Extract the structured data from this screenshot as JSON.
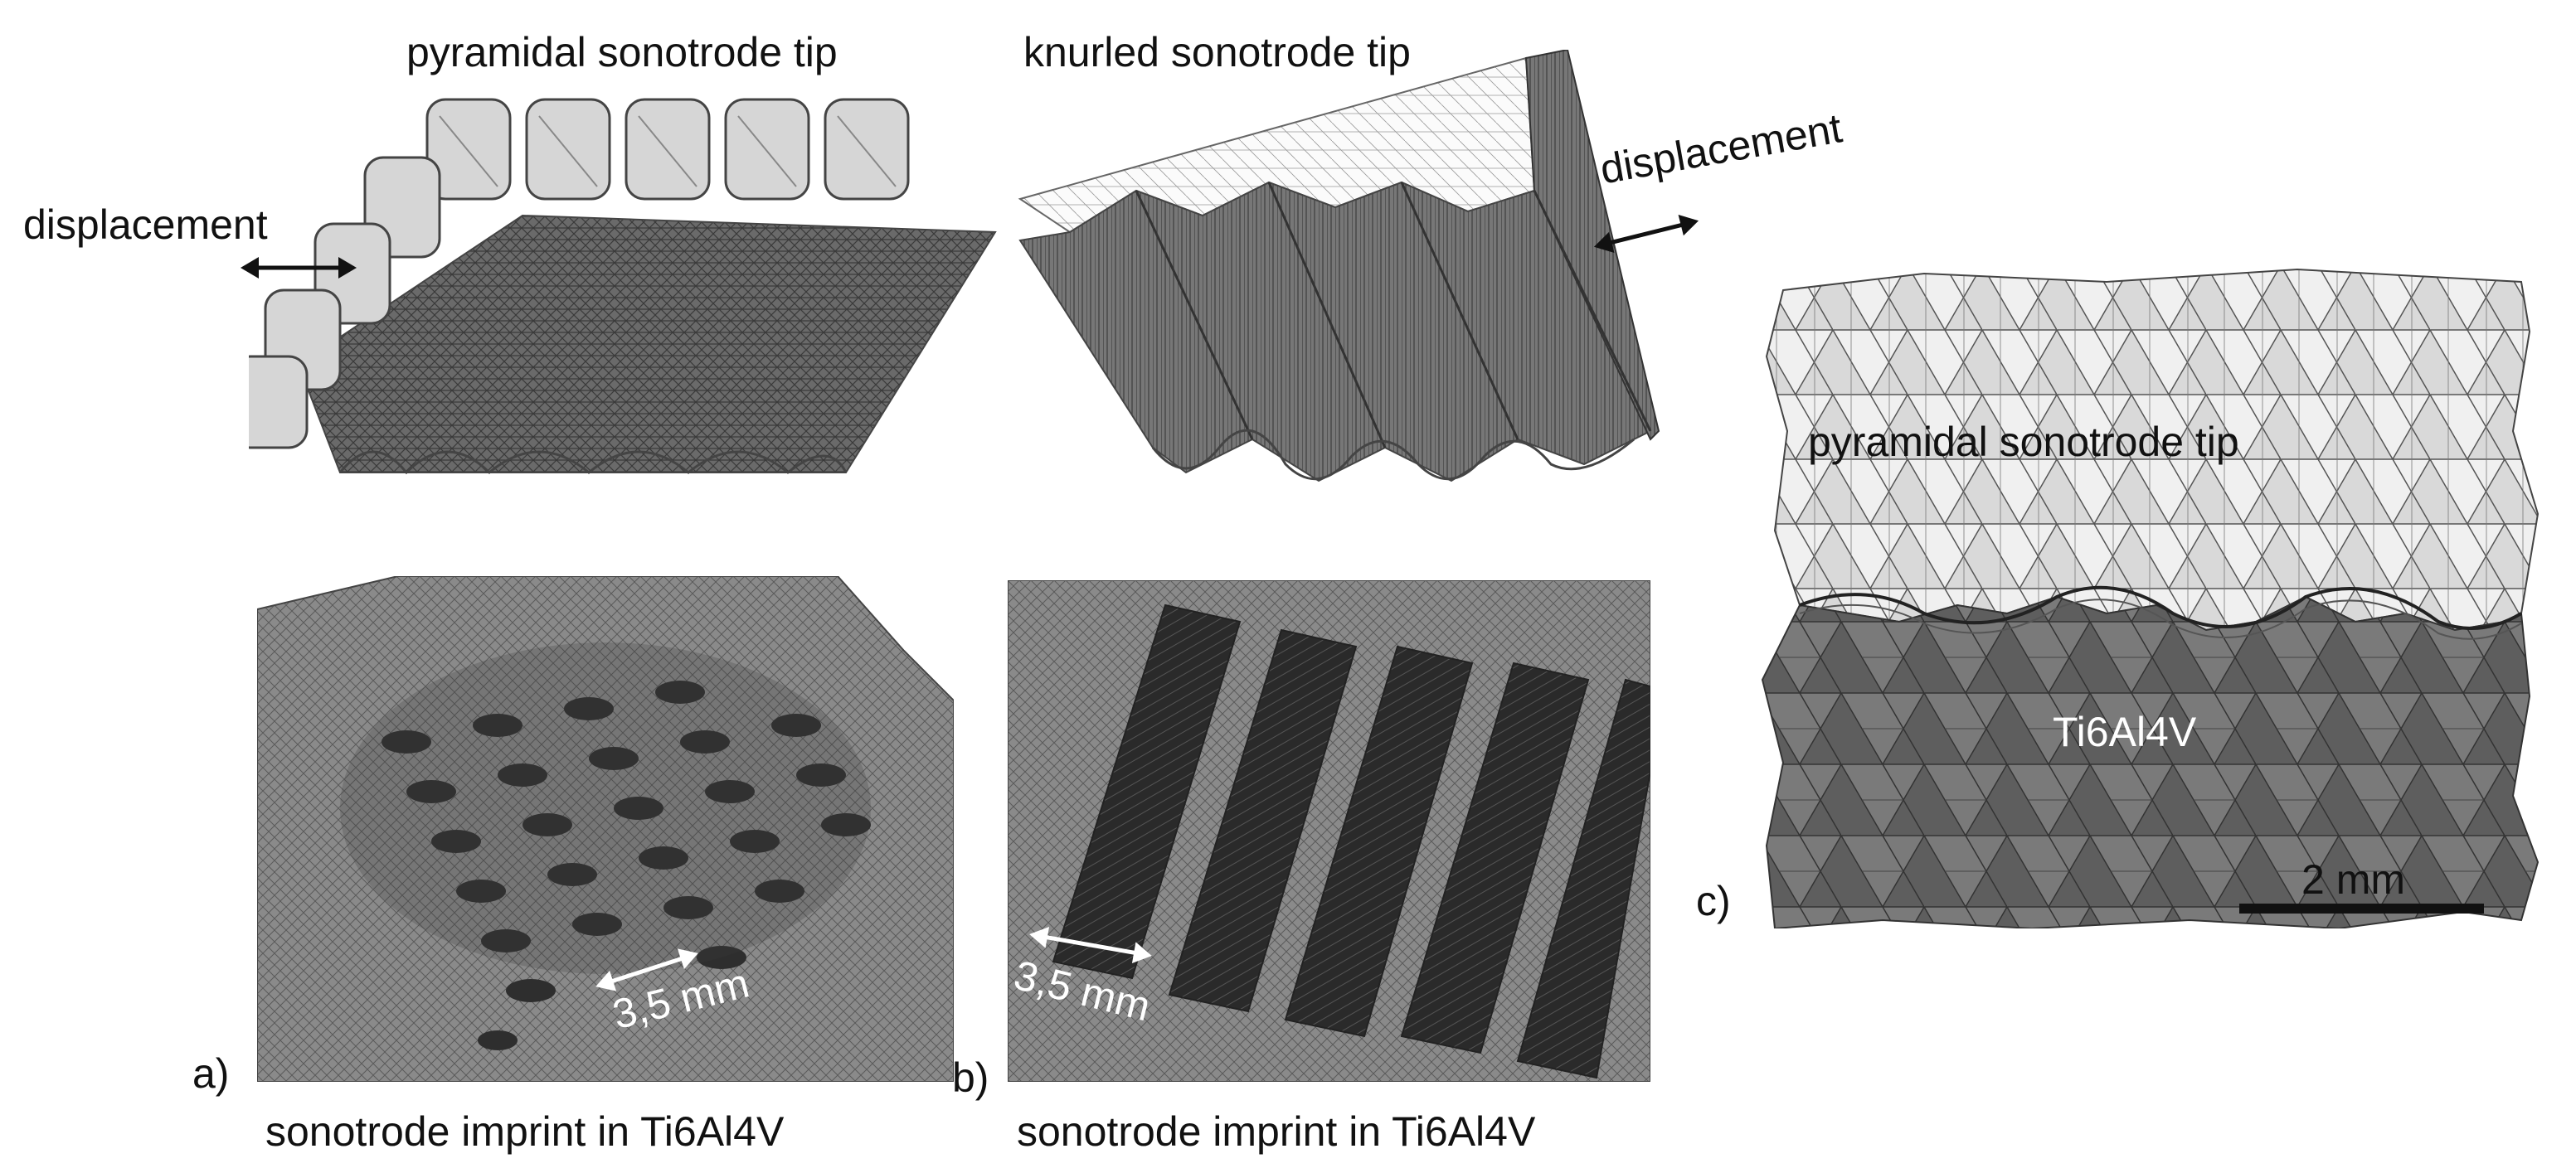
{
  "panel_a": {
    "tip_title": "pyramidal sonotrode tip",
    "displacement_label": "displacement",
    "dimension_label": "3,5 mm",
    "panel_letter": "a)",
    "caption": "sonotrode imprint in Ti6Al4V"
  },
  "panel_b": {
    "tip_title": "knurled sonotrode tip",
    "displacement_label": "displacement",
    "dimension_label": "3,5 mm",
    "panel_letter": "b)",
    "caption": "sonotrode imprint in Ti6Al4V"
  },
  "panel_c": {
    "tip_label": "pyramidal sonotrode tip",
    "material_label": "Ti6Al4V",
    "scale_label": "2 mm",
    "panel_letter": "c)"
  },
  "colors": {
    "mesh_dark": "#555555",
    "mesh_light": "#cfcfcf",
    "tip_face": "#d6d6d6",
    "arrow": "#111111"
  }
}
